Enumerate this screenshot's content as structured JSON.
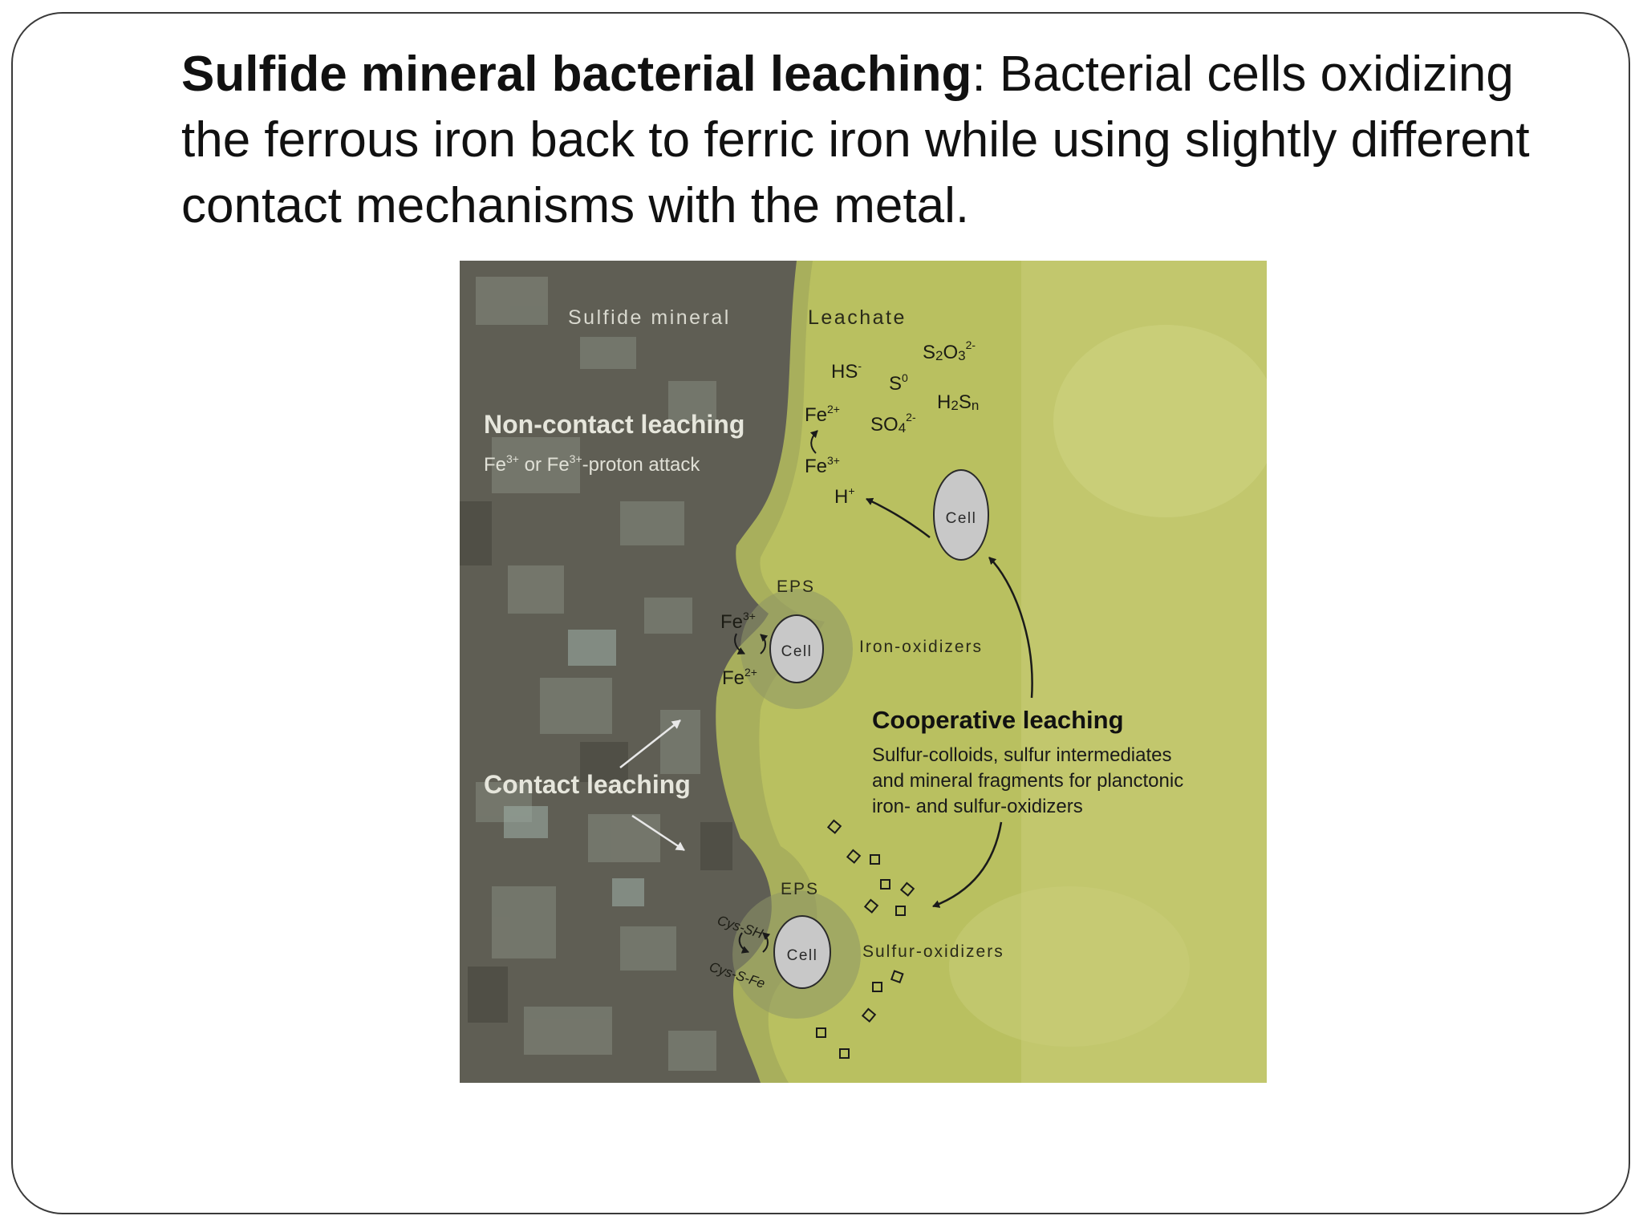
{
  "slide": {
    "title_bold": "Sulfide mineral bacterial leaching",
    "title_rest": ": Bacterial cells oxidizing the ferrous iron back to ferric iron while using slightly different contact mechanisms with the metal."
  },
  "figure": {
    "colors": {
      "mineral": "#5f5e54",
      "mineral_light": "#8a8f84",
      "leachate": "#b9c060",
      "leachate_light": "#cfd481",
      "cell": "#c8c8c8"
    },
    "region_labels": {
      "mineral": "Sulfide mineral",
      "leachate": "Leachate"
    },
    "species": {
      "hs": "HS",
      "hs_sup": "-",
      "s2o3_a": "S",
      "s2o3_b": "2",
      "s2o3_c": "O",
      "s2o3_d": "3",
      "s2o3_sup": "2-",
      "s0": "S",
      "s0_sup": "0",
      "h2sn_a": "H",
      "h2sn_b": "2",
      "h2sn_c": "S",
      "h2sn_d": "n",
      "so4_a": "SO",
      "so4_b": "4",
      "so4_sup": "2-",
      "fe2": "Fe",
      "fe2_sup": "2+",
      "fe3": "Fe",
      "fe3_sup": "3+",
      "h": "H",
      "h_sup": "+"
    },
    "non_contact": {
      "title": "Non-contact leaching",
      "sub_a": "Fe",
      "sub_a_sup": "3+",
      "sub_mid": " or Fe",
      "sub_b_sup": "3+",
      "sub_end": "-proton attack"
    },
    "cell_label": "Cell",
    "eps_label": "EPS",
    "iron_cell": {
      "fe3": "Fe",
      "fe3_sup": "3+",
      "fe2": "Fe",
      "fe2_sup": "2+",
      "label": "Iron-oxidizers"
    },
    "contact": {
      "title": "Contact leaching"
    },
    "cooperative": {
      "title": "Cooperative leaching",
      "line1": "Sulfur-colloids, sulfur intermediates",
      "line2": "and mineral fragments for planctonic",
      "line3": "iron- and sulfur-oxidizers"
    },
    "sulfur_cell": {
      "cys_sh": "Cys-SH",
      "cys_sfe": "Cys-S-Fe",
      "label": "Sulfur-oxidizers"
    }
  }
}
